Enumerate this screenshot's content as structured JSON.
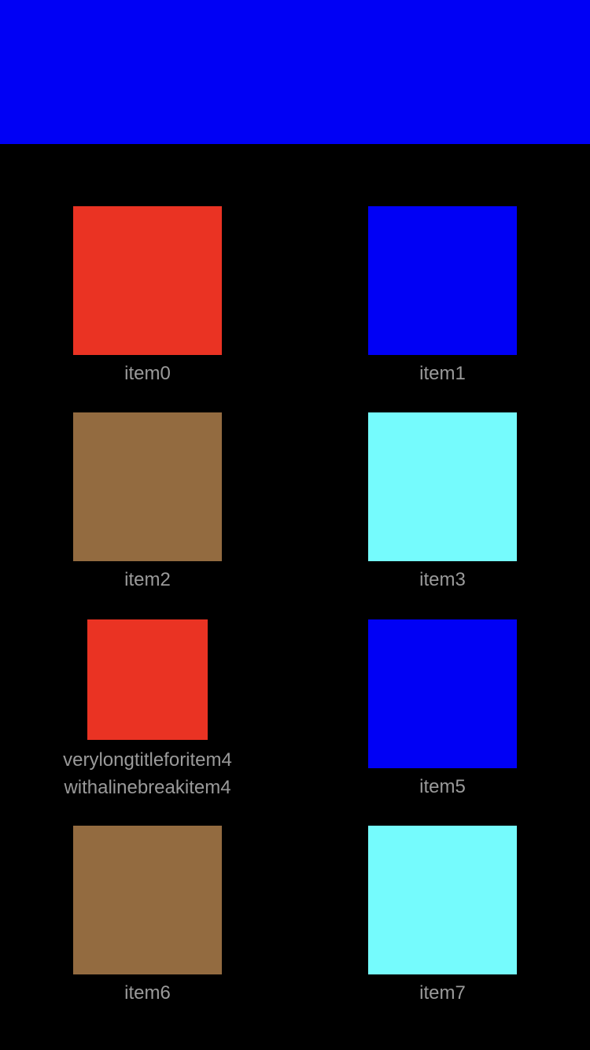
{
  "header": {
    "color": "#0000f5"
  },
  "grid": {
    "items": [
      {
        "label": "item0",
        "color": "#ea3323"
      },
      {
        "label": "item1",
        "color": "#0000f5"
      },
      {
        "label": "item2",
        "color": "#936b40"
      },
      {
        "label": "item3",
        "color": "#75fbfd"
      },
      {
        "label": "verylongtitleforitem4\nwithalinebreakitem4",
        "color": "#ea3323"
      },
      {
        "label": "item5",
        "color": "#0000f5"
      },
      {
        "label": "item6",
        "color": "#936b40"
      },
      {
        "label": "item7",
        "color": "#75fbfd"
      }
    ]
  }
}
